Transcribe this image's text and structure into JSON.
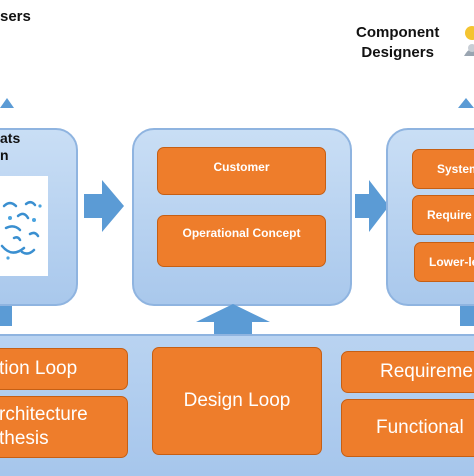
{
  "labels": {
    "top_left": "sers",
    "top_right_line1": "Component",
    "top_right_line2": "Designers",
    "left_panel_title_line1": "ats",
    "left_panel_title_line2": "n"
  },
  "middle_panel": {
    "box1": "Customer",
    "box2": "Operational Concept"
  },
  "right_panel": {
    "box1": "System",
    "box2": "Require",
    "box3": "Lower-le"
  },
  "bottom": {
    "left_box1": "tion Loop",
    "left_box2_line1": "rchitecture",
    "left_box2_line2": "thesis",
    "center_box": "Design Loop",
    "right_box1": "Requireme",
    "right_box2": "Functional"
  },
  "colors": {
    "orange": "#ee7d2b",
    "panel_blue": "#b5d0f0",
    "arrow_blue": "#5b9bd5"
  }
}
